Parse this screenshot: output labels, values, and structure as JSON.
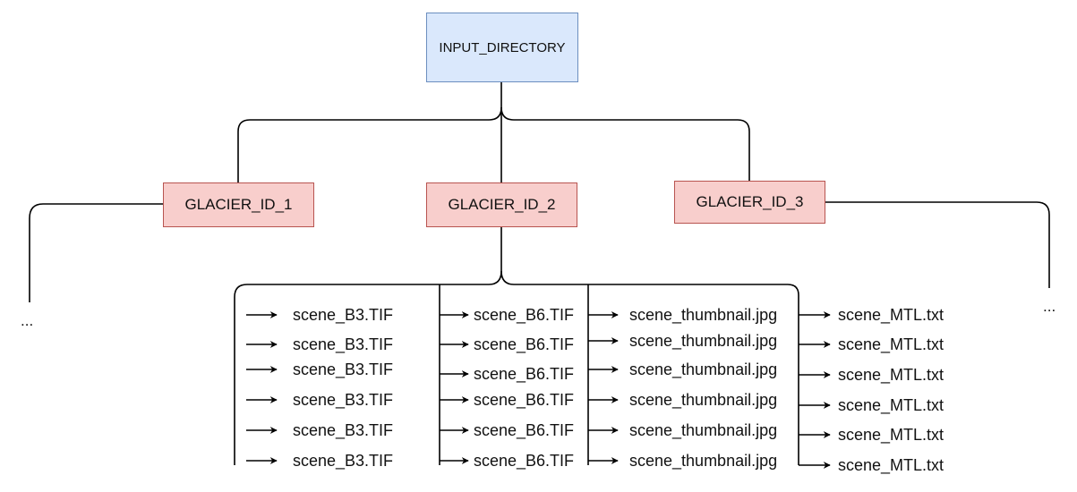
{
  "root": {
    "label": "INPUT_DIRECTORY"
  },
  "glaciers": [
    {
      "label": "GLACIER_ID_1"
    },
    {
      "label": "GLACIER_ID_2"
    },
    {
      "label": "GLACIER_ID_3"
    }
  ],
  "ellipsis": {
    "left": "...",
    "right": "..."
  },
  "file_columns": [
    {
      "files": [
        "scene_B3.TIF",
        "scene_B3.TIF",
        "scene_B3.TIF",
        "scene_B3.TIF",
        "scene_B3.TIF",
        "scene_B3.TIF"
      ]
    },
    {
      "files": [
        "scene_B6.TIF",
        "scene_B6.TIF",
        "scene_B6.TIF",
        "scene_B6.TIF",
        "scene_B6.TIF",
        "scene_B6.TIF"
      ]
    },
    {
      "files": [
        "scene_thumbnail.jpg",
        "scene_thumbnail.jpg",
        "scene_thumbnail.jpg",
        "scene_thumbnail.jpg",
        "scene_thumbnail.jpg",
        "scene_thumbnail.jpg"
      ]
    },
    {
      "files": [
        "scene_MTL.txt",
        "scene_MTL.txt",
        "scene_MTL.txt",
        "scene_MTL.txt",
        "scene_MTL.txt",
        "scene_MTL.txt"
      ]
    }
  ],
  "colors": {
    "root_fill": "#dae8fc",
    "root_border": "#6c8ebf",
    "glacier_fill": "#f8cecc",
    "glacier_border": "#b85450",
    "line": "#000000"
  }
}
